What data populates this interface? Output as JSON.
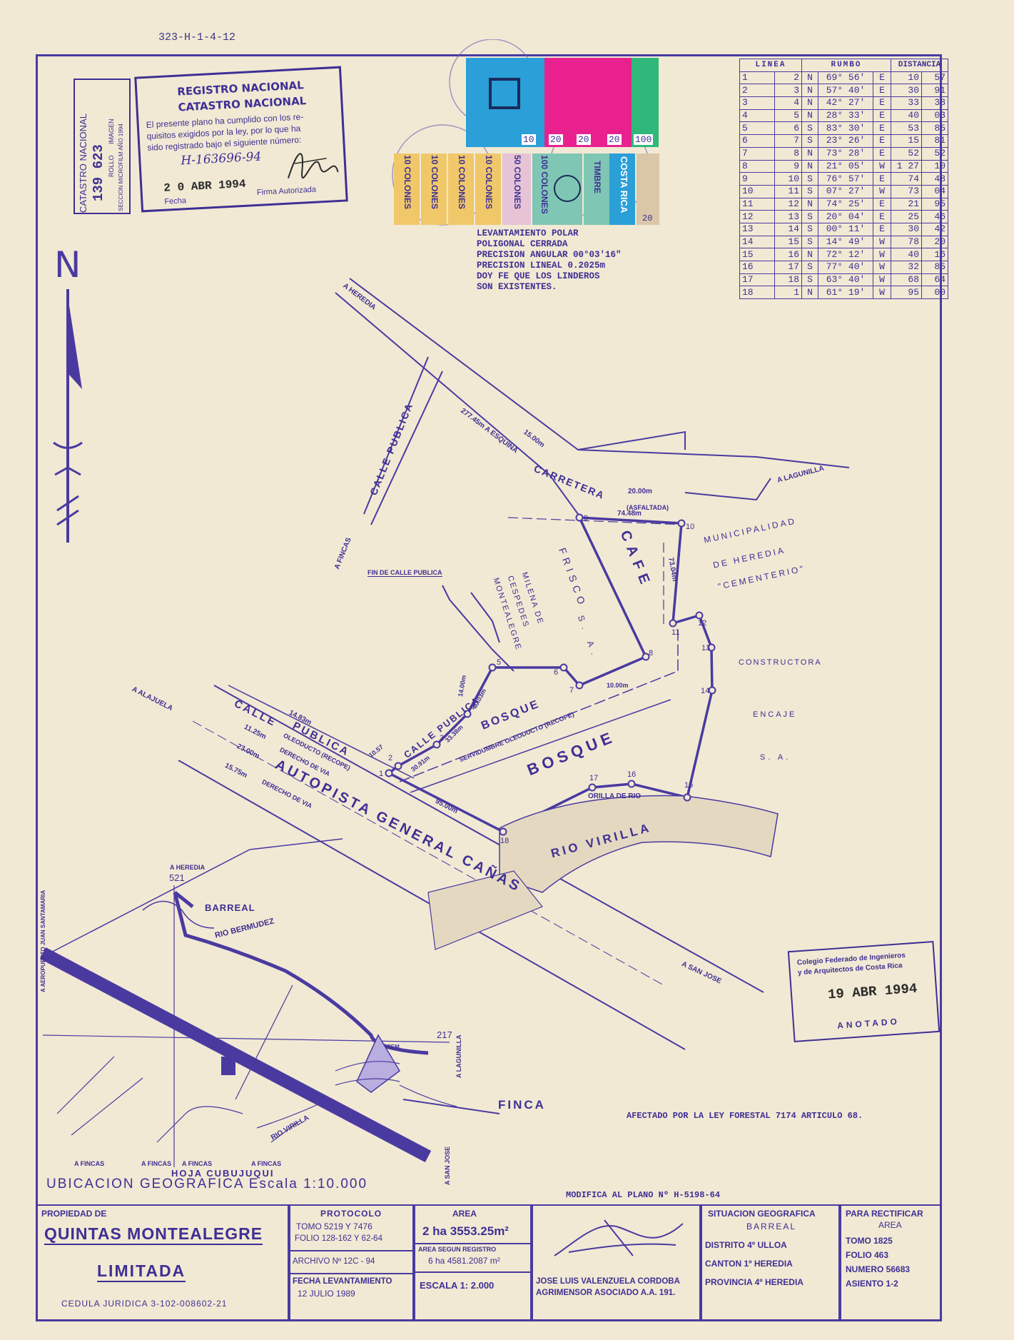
{
  "doc_code": "323-H-1-4-12",
  "catastro_side": {
    "title": "CATASTRO NACIONAL",
    "number": "139 623",
    "rollo": "ROLLO",
    "imagen": "IMAGEN",
    "seccion": "SECCION MICROFILM AÑO 1994"
  },
  "registro_stamp": {
    "line1": "REGISTRO NACIONAL",
    "line2": "CATASTRO NACIONAL",
    "body1": "El presente plano ha cumplido con los re-",
    "body2": "quisitos exigidos por la ley, por lo que ha",
    "body3": "sido registrado bajo el siguiente número:",
    "number": "H-163696-94",
    "date": "2 0 ABR 1994",
    "fecha": "Fecha",
    "firma": "Firma Autorizada"
  },
  "timbres": [
    "10",
    "20",
    "20",
    "20",
    "100",
    "10 COLONES",
    "10 COLONES",
    "10 COLONES",
    "10 COLONES",
    "50 COLONES",
    "100 COLONES",
    "TIMBRE",
    "COSTA RICA",
    "20"
  ],
  "survey_notes": [
    "LEVANTAMIENTO POLAR",
    "POLIGONAL CERRADA",
    "PRECISION ANGULAR 00°03'16\"",
    "PRECISION LINEAL 0.2025m",
    "DOY FE QUE LOS LINDEROS",
    "SON EXISTENTES."
  ],
  "rumbo_table": {
    "headers": [
      "LINEA",
      "RUMBO",
      "DISTANCIA"
    ],
    "rows": [
      [
        "1",
        "2",
        "N",
        "69° 56'",
        "E",
        "10",
        "57"
      ],
      [
        "2",
        "3",
        "N",
        "57° 40'",
        "E",
        "30",
        "91"
      ],
      [
        "3",
        "4",
        "N",
        "42° 27'",
        "E",
        "33",
        "38"
      ],
      [
        "4",
        "5",
        "N",
        "28° 33'",
        "E",
        "40",
        "03"
      ],
      [
        "5",
        "6",
        "S",
        "83° 30'",
        "E",
        "53",
        "85"
      ],
      [
        "6",
        "7",
        "S",
        "23° 26'",
        "E",
        "15",
        "81"
      ],
      [
        "7",
        "8",
        "N",
        "73° 28'",
        "E",
        "52",
        "52"
      ],
      [
        "8",
        "9",
        "N",
        "21° 05'",
        "W",
        "1 27",
        "10"
      ],
      [
        "9",
        "10",
        "S",
        "76° 57'",
        "E",
        "74",
        "48"
      ],
      [
        "10",
        "11",
        "S",
        "07° 27'",
        "W",
        "73",
        "04"
      ],
      [
        "11",
        "12",
        "N",
        "74° 25'",
        "E",
        "21",
        "95"
      ],
      [
        "12",
        "13",
        "S",
        "20° 04'",
        "E",
        "25",
        "46"
      ],
      [
        "13",
        "14",
        "S",
        "00° 11'",
        "E",
        "30",
        "42"
      ],
      [
        "14",
        "15",
        "S",
        "14° 49'",
        "W",
        "78",
        "20"
      ],
      [
        "15",
        "16",
        "N",
        "72° 12'",
        "W",
        "40",
        "16"
      ],
      [
        "16",
        "17",
        "S",
        "77° 40'",
        "W",
        "32",
        "85"
      ],
      [
        "17",
        "18",
        "S",
        "63° 40'",
        "W",
        "68",
        "64"
      ],
      [
        "18",
        "1",
        "N",
        "61° 19'",
        "W",
        "95",
        "00"
      ]
    ]
  },
  "map_labels": {
    "north": "N",
    "a_heredia": "A HEREDIA",
    "esquina": "277.45m A ESQUINA",
    "w1500": "15.00m",
    "carretera": "CARRETERA",
    "w2000": "20.00m",
    "asfaltada": "(ASFALTADA)",
    "a_lagunilla": "A LAGUNILLA",
    "calle_publica_v": "CALLE PUBLICA",
    "a_fincas": "A FINCAS",
    "cafe": "CAFE",
    "d7448": "74.48m",
    "d7304": "73.04m",
    "municipalidad": "MUNICIPALIDAD",
    "de_heredia": "DE HEREDIA",
    "cementerio": "\"CEMENTERIO\"",
    "frisco": "FRISCO",
    "sa": "S. A.",
    "milena1": "MILENA DE",
    "milena2": "CESPEDES",
    "milena3": "MONTEALEGRE",
    "fin_calle": "FIN DE CALLE PUBLICA",
    "constructora": "CONSTRUCTORA",
    "encaje": "ENCAJE",
    "sa2": "S. A.",
    "a_alajuela": "A ALAJUELA",
    "calle": "CALLE",
    "publica": "PUBLICA",
    "d1483": "14.83m",
    "d1125": "11.25m",
    "oleoducto": "OLEODUCTO (RECOPE)",
    "d2300": "23.00m",
    "derecho_via": "DERECHO DE VIA",
    "d1575": "15.75m",
    "derecho_via2": "DERECHO DE VIA",
    "calle_publica2": "CALLE PUBLICA",
    "d1057": "10.57",
    "d3091": "30.91m",
    "d3338": "33.38m",
    "d4003": "40.03m",
    "d1400": "14.00m",
    "d1000": "10.00m",
    "bosque_small": "BOSQUE",
    "servidumbre": "SERVIDUMBRE OLEODUCTO (RECOPE)",
    "bosque_big": "BOSQUE",
    "autopista": "AUTOPISTA GENERAL CAÑAS",
    "d9500": "95.00m",
    "orilla": "ORILLA DE RIO",
    "rio_virilla": "RIO VIRILLA",
    "a_san_jose": "A SAN JOSE",
    "vertices": [
      "1",
      "2",
      "3",
      "4",
      "5",
      "6",
      "7",
      "8",
      "9",
      "10",
      "11",
      "12",
      "13",
      "14",
      "15",
      "16",
      "17",
      "18"
    ]
  },
  "colegio_stamp": {
    "line1": "Colegio Federado de Ingenieros",
    "line2": "y de Arquitectos de Costa Rica",
    "date": "19 ABR 1994",
    "anotado": "ANOTADO"
  },
  "location_map": {
    "a_heredia": "A HEREDIA",
    "n521": "521",
    "barreal": "BARREAL",
    "rio_bermudez": "RIO BERMUDEZ",
    "aeropuerto": "A AEROPUERTO JUAN SANTAMARIA",
    "n217": "217",
    "a_lagunilla": "A LAGUNILLA",
    "cem": "CEM.",
    "finca": "FINCA",
    "rio_virilla": "RIO VIRILLA",
    "a_fincas": [
      "A FINCAS",
      "A FINCAS",
      "A FINCAS",
      "A FINCAS"
    ],
    "hoja": "HOJA  CUBUJUQUI",
    "a_san_jose": "A SAN JOSE",
    "title": "UBICACION  GEOGRAFICA  Escala 1:10.000"
  },
  "ley_forestal": "AFECTADO POR LA LEY FORESTAL 7174 ARTICULO 68.",
  "modifica": "MODIFICA AL PLANO Nº H-5198-64",
  "title_block": {
    "propiedad_de": "PROPIEDAD DE",
    "owner1": "QUINTAS  MONTEALEGRE",
    "owner2": "LIMITADA",
    "cedula": "CEDULA  JURIDICA  3-102-008602-21",
    "protocolo": "PROTOCOLO",
    "tomo": "TOMO  5219  Y  7476",
    "folio": "FOLIO 128-162 Y 62-64",
    "archivo": "ARCHIVO Nº 12C - 94",
    "fecha_lev": "FECHA  LEVANTAMIENTO",
    "fecha_val": "12  JULIO  1989",
    "area_lbl": "AREA",
    "area": "2 ha 3553.25m²",
    "area_reg_lbl": "AREA SEGUN REGISTRO",
    "area_reg": "6 ha 4581.2087 m²",
    "escala": "ESCALA  1: 2.000",
    "surveyor": "JOSE LUIS VALENZUELA CORDOBA",
    "surveyor2": "AGRIMENSOR ASOCIADO  A.A. 191.",
    "situacion": "SITUACION  GEOGRAFICA",
    "barreal": "BARREAL",
    "distrito": "DISTRITO  4º ULLOA",
    "canton": "CANTON  1º HEREDIA",
    "provincia": "PROVINCIA  4º  HEREDIA",
    "rectificar1": "PARA  RECTIFICAR",
    "rectificar2": "AREA",
    "r_tomo": "TOMO     1825",
    "r_folio": "FOLIO     463",
    "r_numero": "NUMERO  56683",
    "r_asiento": "ASIENTO    1-2"
  },
  "colors": {
    "ink": "#3f2f94",
    "paper": "#f1e9d4",
    "stamp_blue": "#2a9fd8",
    "stamp_magenta": "#e8218f",
    "stamp_green": "#2fb87a"
  }
}
